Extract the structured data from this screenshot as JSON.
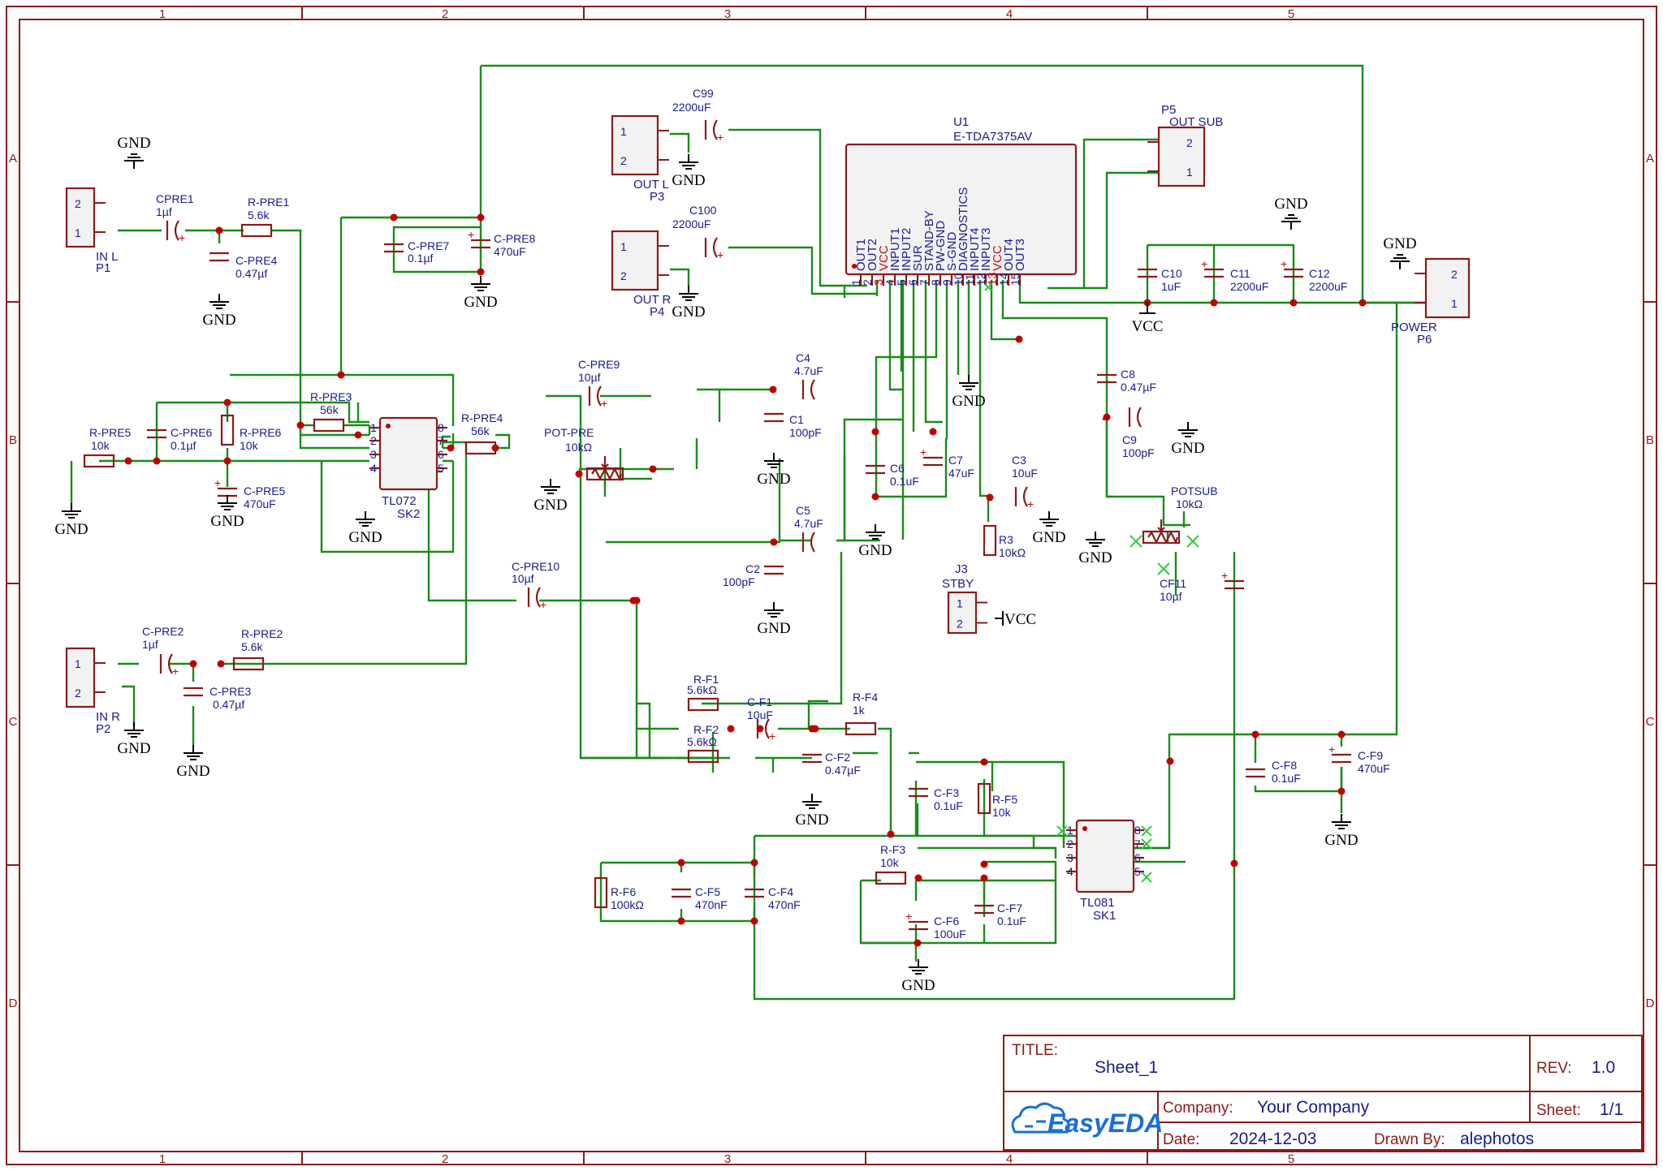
{
  "grid": {
    "columns": [
      "1",
      "2",
      "3",
      "4",
      "5"
    ],
    "rows": [
      "A",
      "B",
      "C",
      "D"
    ]
  },
  "title_block": {
    "title_label": "TITLE:",
    "title": "Sheet_1",
    "rev_label": "REV:",
    "rev": "1.0",
    "company_label": "Company:",
    "company": "Your Company",
    "sheet_label": "Sheet:",
    "sheet": "1/1",
    "date_label": "Date:",
    "date": "2024-12-03",
    "drawn_by_label": "Drawn By:",
    "drawn_by": "alephotos",
    "logo_text": "EasyEDA"
  },
  "u1": {
    "ref": "U1",
    "value": "E-TDA7375AV",
    "pins": [
      {
        "num": "1",
        "name": "OUT1",
        "power": false
      },
      {
        "num": "2",
        "name": "OUT2",
        "power": false
      },
      {
        "num": "3",
        "name": "VCC",
        "power": true
      },
      {
        "num": "4",
        "name": "INPUT1",
        "power": false
      },
      {
        "num": "5",
        "name": "INPUT2",
        "power": false
      },
      {
        "num": "6",
        "name": "SUR",
        "power": false
      },
      {
        "num": "7",
        "name": "STAND-BY",
        "power": false
      },
      {
        "num": "8",
        "name": "PW-GND",
        "power": false
      },
      {
        "num": "9",
        "name": "S-GND",
        "power": false
      },
      {
        "num": "10",
        "name": "DIAGNOSTICS",
        "power": false
      },
      {
        "num": "11",
        "name": "INPUT4",
        "power": false
      },
      {
        "num": "12",
        "name": "INPUT3",
        "power": false
      },
      {
        "num": "13",
        "name": "VCC",
        "power": true
      },
      {
        "num": "14",
        "name": "OUT4",
        "power": false
      },
      {
        "num": "15",
        "name": "OUT3",
        "power": false
      }
    ]
  },
  "sk2": {
    "ref": "TL072",
    "sub": "SK2",
    "pins_left": [
      "1",
      "2",
      "3",
      "4"
    ],
    "pins_right": [
      "8",
      "7",
      "6",
      "5"
    ]
  },
  "sk1": {
    "ref": "TL081",
    "sub": "SK1",
    "pins_left": [
      "1",
      "2",
      "3",
      "4"
    ],
    "pins_right": [
      "8",
      "7",
      "6",
      "5"
    ]
  },
  "connectors": {
    "p1": {
      "name": "IN L",
      "ref": "P1",
      "pins": [
        "2",
        "1"
      ]
    },
    "p2": {
      "name": "IN R",
      "ref": "P2",
      "pins": [
        "1",
        "2"
      ]
    },
    "p3": {
      "name": "OUT L",
      "ref": "P3",
      "pins": [
        "1",
        "2"
      ]
    },
    "p4": {
      "name": "OUT R",
      "ref": "P4",
      "pins": [
        "1",
        "2"
      ]
    },
    "p5": {
      "name": "OUT SUB",
      "ref": "P5",
      "pins": [
        "2",
        "1"
      ]
    },
    "p6": {
      "name": "POWER",
      "ref": "P6",
      "pins": [
        "2",
        "1"
      ]
    },
    "j3": {
      "name": "J3",
      "ref": "STBY",
      "pins": [
        "1",
        "2"
      ]
    }
  },
  "parts": {
    "cpre1": {
      "ref": "CPRE1",
      "value": "1µf"
    },
    "rpre1": {
      "ref": "R-PRE1",
      "value": "5.6k"
    },
    "cpre4": {
      "ref": "C-PRE4",
      "value": "0.47µf"
    },
    "cpre7": {
      "ref": "C-PRE7",
      "value": "0.1µf"
    },
    "cpre8": {
      "ref": "C-PRE8",
      "value": "470uF"
    },
    "c99": {
      "ref": "C99",
      "value": "2200uF"
    },
    "c100": {
      "ref": "C100",
      "value": "2200uF"
    },
    "rpre5": {
      "ref": "R-PRE5",
      "value": "10k"
    },
    "cpre6": {
      "ref": "C-PRE6",
      "value": "0.1µf"
    },
    "rpre6": {
      "ref": "R-PRE6",
      "value": "10k"
    },
    "cpre5": {
      "ref": "C-PRE5",
      "value": "470uF"
    },
    "rpre3": {
      "ref": "R-PRE3",
      "value": "56k"
    },
    "rpre4": {
      "ref": "R-PRE4",
      "value": "56k"
    },
    "cpre9": {
      "ref": "C-PRE9",
      "value": "10µf"
    },
    "potpre": {
      "ref": "POT-PRE",
      "value": "10kΩ"
    },
    "c4": {
      "ref": "C4",
      "value": "4.7uF"
    },
    "c1": {
      "ref": "C1",
      "value": "100pF"
    },
    "c5": {
      "ref": "C5",
      "value": "4.7uF"
    },
    "c2": {
      "ref": "C2",
      "value": "100pF"
    },
    "c6": {
      "ref": "C6",
      "value": "0.1uF"
    },
    "c7": {
      "ref": "C7",
      "value": "47uF"
    },
    "c3": {
      "ref": "C3",
      "value": "10uF"
    },
    "r3": {
      "ref": "R3",
      "value": "10kΩ"
    },
    "c10": {
      "ref": "C10",
      "value": "1uF"
    },
    "c11": {
      "ref": "C11",
      "value": "2200uF"
    },
    "c12": {
      "ref": "C12",
      "value": "2200uF"
    },
    "c8": {
      "ref": "C8",
      "value": "0.47µF"
    },
    "c9": {
      "ref": "C9",
      "value": "100pF"
    },
    "potsub": {
      "ref": "POTSUB",
      "value": "10kΩ"
    },
    "cf11": {
      "ref": "CF11",
      "value": "10µf"
    },
    "cpre10": {
      "ref": "C-PRE10",
      "value": "10µf"
    },
    "cpre2": {
      "ref": "C-PRE2",
      "value": "1µf"
    },
    "rpre2": {
      "ref": "R-PRE2",
      "value": "5.6k"
    },
    "cpre3": {
      "ref": "C-PRE3",
      "value": "0.47µf"
    },
    "rf1": {
      "ref": "R-F1",
      "value": "5.6kΩ"
    },
    "rf2": {
      "ref": "R-F2",
      "value": "5.6kΩ"
    },
    "cf1": {
      "ref": "C-F1",
      "value": "10uF"
    },
    "rf4": {
      "ref": "R-F4",
      "value": "1k"
    },
    "cf2": {
      "ref": "C-F2",
      "value": "0.47µF"
    },
    "cf3": {
      "ref": "C-F3",
      "value": "0.1uF"
    },
    "rf5": {
      "ref": "R-F5",
      "value": "10k"
    },
    "rf3": {
      "ref": "R-F3",
      "value": "10k"
    },
    "rf6": {
      "ref": "R-F6",
      "value": "100kΩ"
    },
    "cf5": {
      "ref": "C-F5",
      "value": "470nF"
    },
    "cf4": {
      "ref": "C-F4",
      "value": "470nF"
    },
    "cf6": {
      "ref": "C-F6",
      "value": "100uF"
    },
    "cf7": {
      "ref": "C-F7",
      "value": "0.1uF"
    },
    "cf8": {
      "ref": "C-F8",
      "value": "0.1uF"
    },
    "cf9": {
      "ref": "C-F9",
      "value": "470uF"
    }
  },
  "nets": {
    "gnd": "GND",
    "vcc": "VCC"
  }
}
